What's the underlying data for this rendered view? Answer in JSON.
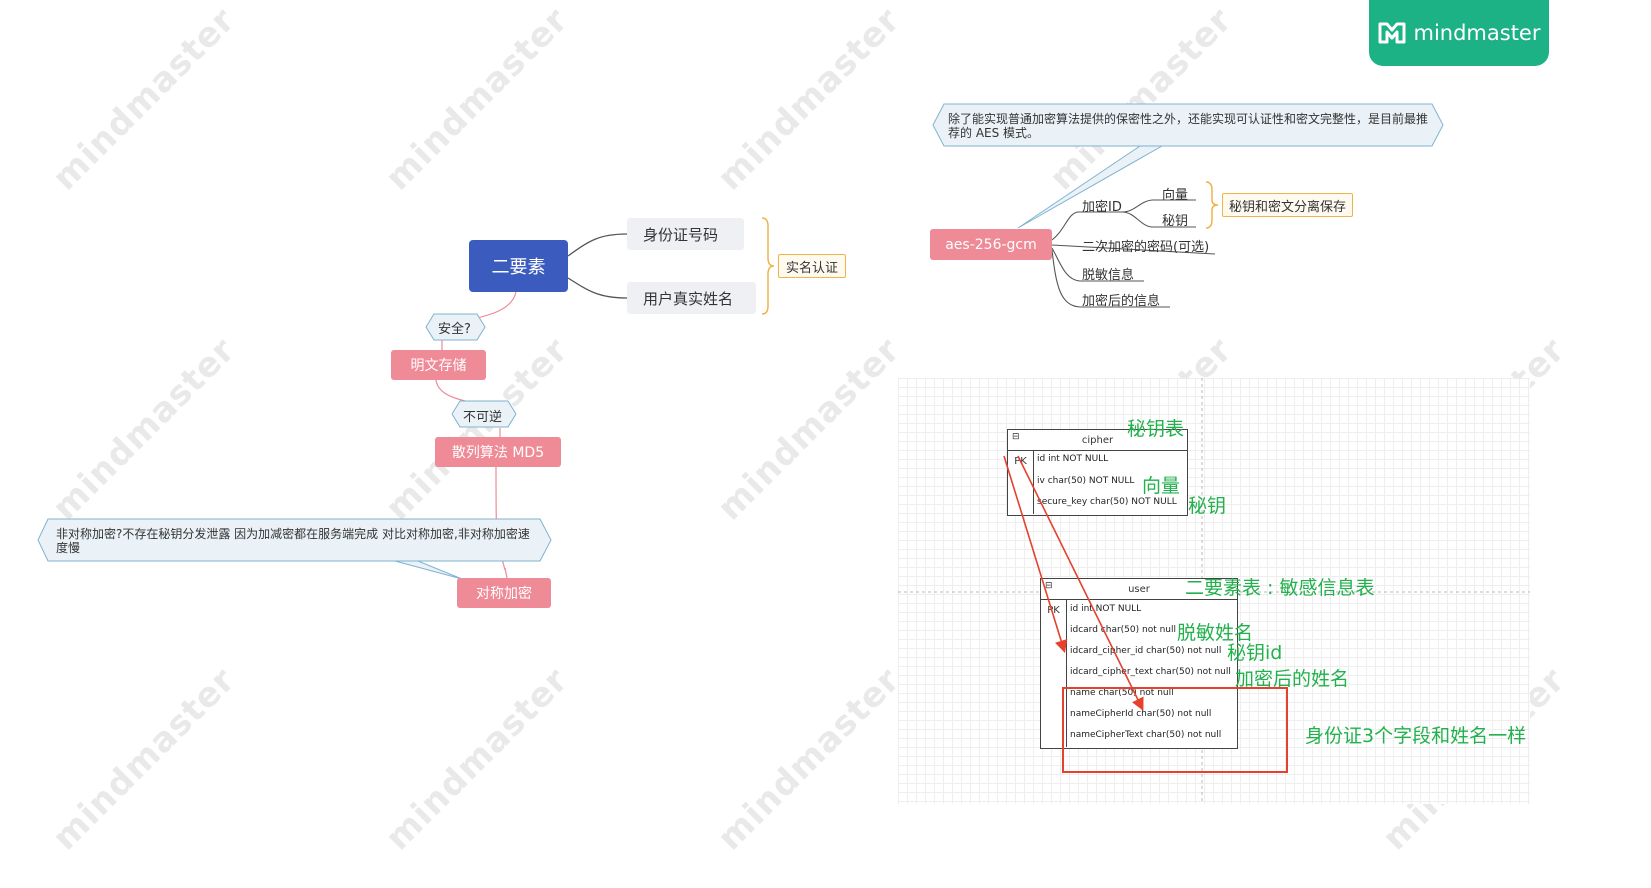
{
  "brand": {
    "name": "mindmaster",
    "color": "#1cb286"
  },
  "watermark": {
    "text": "mindmaster"
  },
  "mindmap1": {
    "main": "二要素",
    "branches": [
      "身份证号码",
      "用户真实姓名"
    ],
    "summary": "实名认证",
    "flow": [
      {
        "label": "安全?",
        "node": "明文存储"
      },
      {
        "label": "不可逆",
        "node": "散列算法 MD5"
      }
    ],
    "callout": "非对称加密?不存在秘钥分发泄露 因为加减密都在服务端完成 对比对称加密,非对称加密速度慢",
    "final_node": "对称加密"
  },
  "mindmap2": {
    "callout": "除了能实现普通加密算法提供的保密性之外，还能实现可认证性和密文完整性，是目前最推荐的 AES 模式。",
    "main": "aes-256-gcm",
    "encrypt_id": "加密ID",
    "encrypt_children": [
      "向量",
      "秘钥"
    ],
    "encrypt_summary": "秘钥和密文分离保存",
    "other_children": [
      "二次加密的密码(可选)",
      "脱敏信息",
      "加密后的信息"
    ]
  },
  "db": {
    "cipher_table": {
      "name": "cipher",
      "pk": "PK",
      "rows": [
        "id int NOT NULL",
        "iv char(50) NOT NULL",
        "secure_key char(50) NOT NULL"
      ]
    },
    "user_table": {
      "name": "user",
      "pk": "PK",
      "rows": [
        "id int NOT NULL",
        "idcard char(50) not null",
        "idcard_cipher_id char(50) not null",
        "idcard_cipher_text char(50) not null",
        "name char(50) not null",
        "nameCipherId char(50) not null",
        "nameCipherText char(50) not null"
      ]
    },
    "notes": {
      "cipher_table": "秘钥表",
      "iv": "向量",
      "key": "秘钥",
      "user_table": "二要素表 : 敏感信息表",
      "masked_name": "脱敏姓名",
      "key_id": "秘钥id",
      "encrypted_name": "加密后的姓名",
      "same_as_name": "身份证3个字段和姓名一样"
    },
    "colors": {
      "note": "#22b14c",
      "arrow": "#e5412d"
    }
  }
}
